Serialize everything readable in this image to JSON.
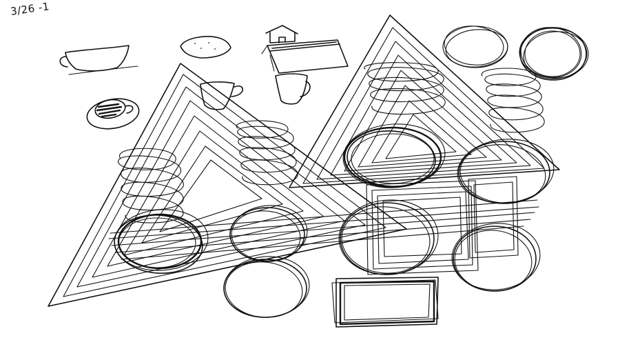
{
  "canvas": {
    "background": "#ffffff",
    "ink_color": "#111111",
    "handwritten_note": "3/26 -1"
  },
  "drawing": {
    "elements": [
      "teacup-sketch",
      "lemon-sketch",
      "house-sketch",
      "coffee-cup-on-saucer-sketch",
      "mug-sketch",
      "small-cup-sketch",
      "left-triangle-spiral",
      "right-triangle-spiral",
      "scribbled-circles",
      "scribbled-rectangles",
      "loop-springs"
    ]
  }
}
